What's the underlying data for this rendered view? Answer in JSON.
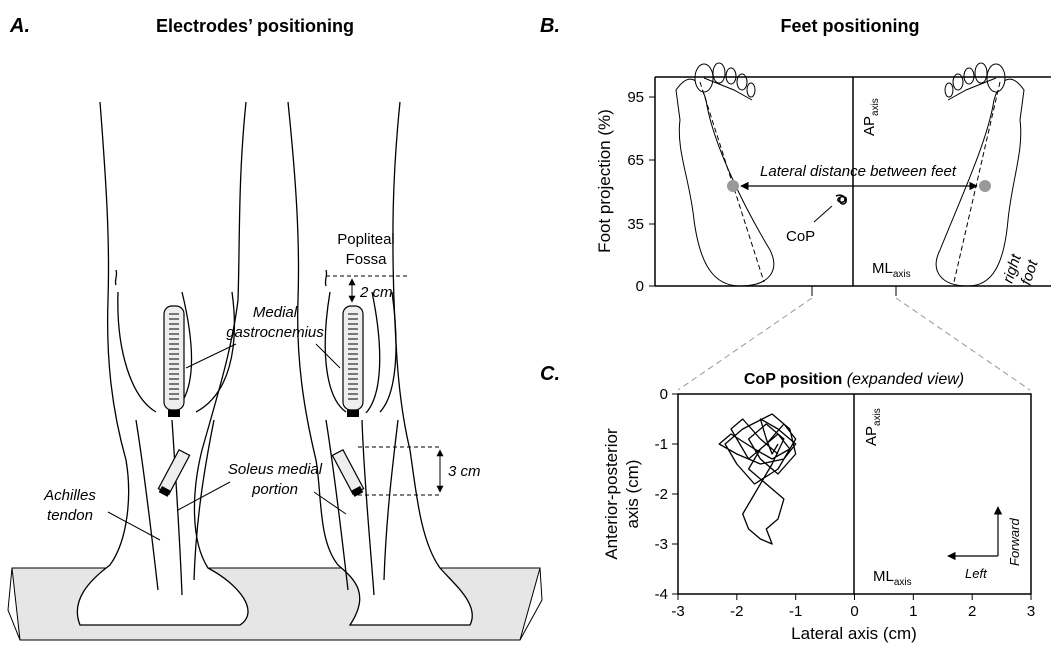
{
  "panel_a": {
    "letter": "A.",
    "title": "Electrodes’ positioning",
    "popliteal_line1": "Popliteal",
    "popliteal_line2": "Fossa",
    "dist_2cm": "2 cm",
    "dist_3cm": "3 cm",
    "medial_line1": "Medial",
    "medial_line2": "gastrocnemius",
    "soleus_line1": "Soleus medial",
    "soleus_line2": "portion",
    "achilles_line1": "Achilles",
    "achilles_line2": "tendon"
  },
  "panel_b": {
    "letter": "B.",
    "title": "Feet positioning",
    "ylabel": "Foot projection (%)",
    "yticks": [
      "95",
      "65",
      "35",
      "0"
    ],
    "lateral_label": "Lateral distance between feet",
    "cop_label": "CoP",
    "ap_main": "AP",
    "ap_sub": "axis",
    "ml_main": "ML",
    "ml_sub": "axis",
    "right_foot_1": "right",
    "right_foot_2": "foot"
  },
  "panel_c": {
    "letter": "C.",
    "title_bold": "CoP position",
    "title_ital": "(expanded view)",
    "ap_main": "AP",
    "ap_sub": "axis",
    "ml_main": "ML",
    "ml_sub": "axis",
    "forward_label": "Forward",
    "left_label": "Left"
  },
  "chart_data": {
    "type": "line",
    "title": "CoP position (expanded view)",
    "xlabel": "Lateral axis (cm)",
    "ylabel_line1": "Anterior-posterior",
    "ylabel_line2": "axis (cm)",
    "xlim": [
      -3,
      3
    ],
    "ylim": [
      -4,
      0
    ],
    "xticks": [
      -3,
      -2,
      -1,
      0,
      1,
      2,
      3
    ],
    "yticks": [
      0,
      -1,
      -2,
      -3,
      -4
    ],
    "grid": false,
    "series": [
      {
        "values": [
          [
            -1.3,
            -1.2
          ],
          [
            -1.6,
            -0.9
          ],
          [
            -1.9,
            -0.5
          ],
          [
            -2.1,
            -0.7
          ],
          [
            -1.8,
            -1.3
          ],
          [
            -1.5,
            -1.0
          ],
          [
            -1.2,
            -0.6
          ],
          [
            -1.0,
            -0.9
          ],
          [
            -1.3,
            -1.5
          ],
          [
            -1.7,
            -1.8
          ],
          [
            -2.0,
            -1.4
          ],
          [
            -2.2,
            -1.0
          ],
          [
            -1.9,
            -0.7
          ],
          [
            -1.4,
            -0.4
          ],
          [
            -1.1,
            -0.7
          ],
          [
            -1.0,
            -1.2
          ],
          [
            -1.3,
            -1.6
          ],
          [
            -1.6,
            -1.3
          ],
          [
            -1.8,
            -0.9
          ],
          [
            -1.5,
            -0.6
          ],
          [
            -1.2,
            -0.9
          ],
          [
            -1.4,
            -1.4
          ],
          [
            -1.7,
            -2.0
          ],
          [
            -1.9,
            -2.4
          ],
          [
            -1.8,
            -2.7
          ],
          [
            -1.6,
            -2.9
          ],
          [
            -1.4,
            -3.0
          ],
          [
            -1.5,
            -2.7
          ],
          [
            -1.3,
            -2.5
          ],
          [
            -1.2,
            -2.1
          ],
          [
            -1.5,
            -1.8
          ],
          [
            -1.8,
            -1.5
          ],
          [
            -1.6,
            -1.1
          ],
          [
            -1.3,
            -0.8
          ],
          [
            -1.1,
            -1.1
          ],
          [
            -1.4,
            -1.3
          ],
          [
            -1.7,
            -1.1
          ],
          [
            -2.1,
            -0.8
          ],
          [
            -2.3,
            -1.0
          ],
          [
            -2.0,
            -1.2
          ],
          [
            -1.6,
            -1.4
          ],
          [
            -1.2,
            -1.3
          ],
          [
            -1.0,
            -1.0
          ],
          [
            -1.3,
            -0.7
          ],
          [
            -1.6,
            -0.5
          ],
          [
            -1.5,
            -0.9
          ],
          [
            -1.4,
            -1.2
          ],
          [
            -1.3,
            -1.0
          ]
        ]
      }
    ]
  }
}
